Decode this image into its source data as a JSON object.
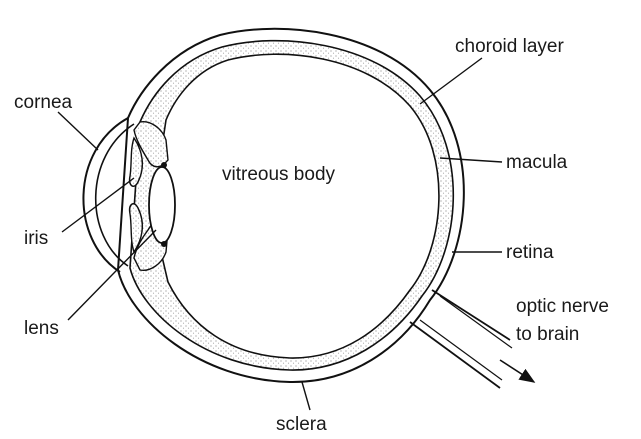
{
  "labels": {
    "cornea": "cornea",
    "iris": "iris",
    "lens": "lens",
    "vitreous_body": "vitreous body",
    "choroid_layer": "choroid layer",
    "macula": "macula",
    "retina": "retina",
    "optic_nerve_line1": "optic nerve",
    "optic_nerve_line2": "to brain",
    "sclera": "sclera"
  },
  "colors": {
    "line": "#111111",
    "stipple": "#9a9a9a",
    "background": "#ffffff"
  }
}
